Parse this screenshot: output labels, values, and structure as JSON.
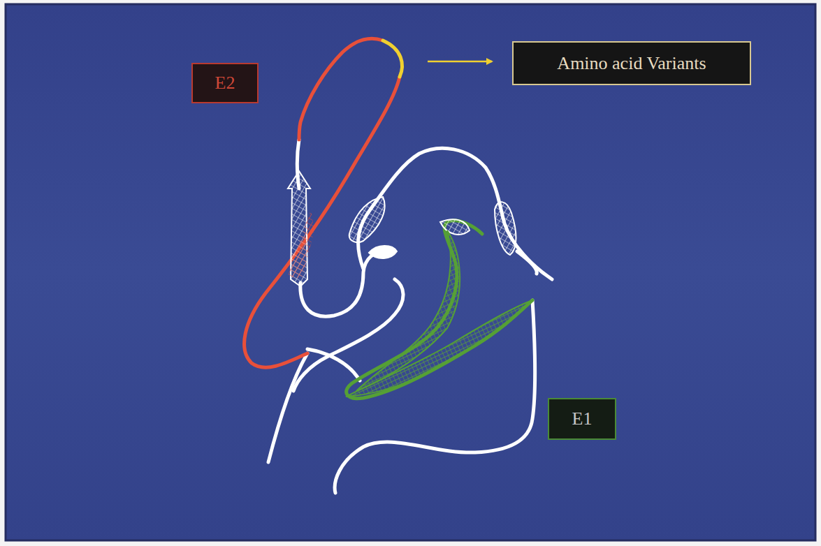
{
  "diagram": {
    "nodes": [
      {
        "text": [
          "E2"
        ]
      },
      {
        "text": [
          "Amino acid Variants"
        ]
      },
      {
        "text": [
          "E1"
        ]
      }
    ]
  }
}
